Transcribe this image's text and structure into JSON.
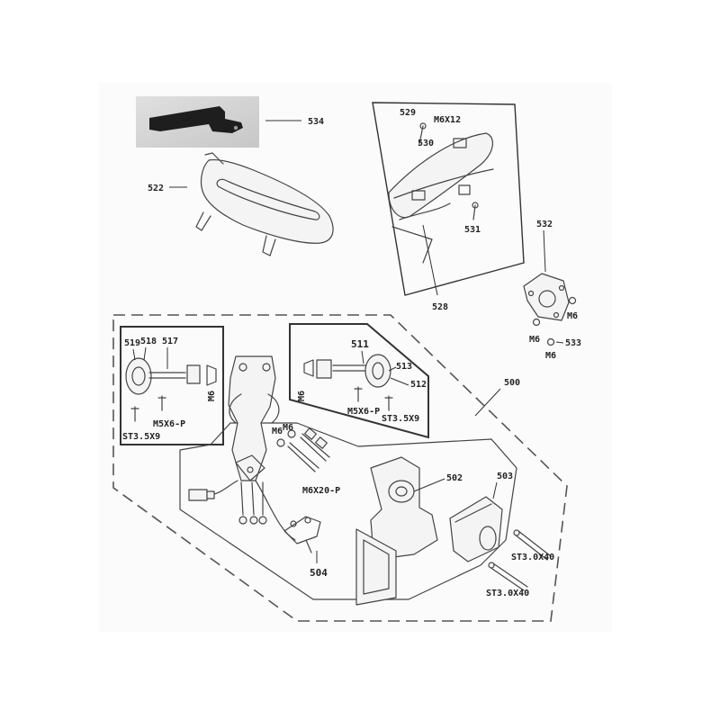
{
  "diagram": {
    "labels": {
      "p534": "534",
      "p522": "522",
      "p529": "529",
      "m6x12": "M6X12",
      "p530": "530",
      "p531": "531",
      "p528": "528",
      "p532": "532",
      "m6_a": "M6",
      "m6_b": "M6",
      "m6_c": "M6",
      "p533": "533",
      "p500": "500",
      "p519": "519",
      "p518": "518",
      "p517": "517",
      "m6_d": "M6",
      "m5x6p_a": "M5X6-P",
      "st35x9_a": "ST3.5X9",
      "p511": "511",
      "p513": "513",
      "p512": "512",
      "m6_e": "M6",
      "m5x6p_b": "M5X6-P",
      "st35x9_b": "ST3.5X9",
      "m6_f": "M6",
      "m6_g": "M6",
      "m6x20p": "M6X20-P",
      "p502": "502",
      "p503": "503",
      "st30x40_a": "ST3.0X40",
      "st30x40_b": "ST3.0X40",
      "p504": "504"
    }
  }
}
